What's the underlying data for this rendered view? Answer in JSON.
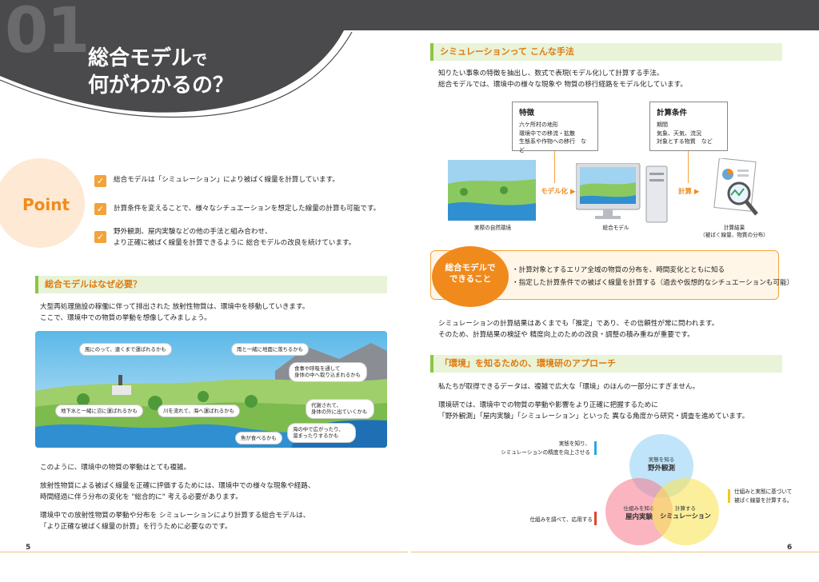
{
  "left": {
    "chapter_number": "01",
    "title_line1_a": "総合モデル",
    "title_line1_b": "で",
    "title_line2": "何がわかるの？",
    "point_label": "Point",
    "points": [
      "総合モデルは「シミュレーション」により被ばく線量を計算しています。",
      "計算条件を変えることで、様々なシチュエーションを想定した線量の計算も可能です。",
      "野外観測、屋内実験などの他の手法と組み合わせ、",
      "より正確に被ばく線量を計算できるように 総合モデルの改良を続けています。"
    ],
    "section1_heading": "総合モデルはなぜ必要？",
    "section1_intro": [
      "大型再処理施設の稼働に伴って排出された 放射性物質は、環境中を移動していきます。",
      "ここで、環境中での物質の挙動を想像してみましょう。"
    ],
    "bubbles": [
      "風にのって、遠くまで運ばれるかも",
      "雨と一緒に地面に落ちるかも",
      "食事や呼吸を通して",
      "身体の中へ取り込まれるかも",
      "地下水と一緒に沼に運ばれるかも",
      "川を流れて、海へ運ばれるかも",
      "代謝されて、",
      "身体の外に出ていくかも",
      "海の中で広がったり、",
      "溜まったりするかも",
      "魚が食べるかも"
    ],
    "section1_body": [
      "このように、環境中の物質の挙動はとても複雑。",
      "放射性物質による被ばく線量を正確に評価するためには、環境中での様々な現象や経路、",
      "時間経過に伴う分布の変化を \"総合的に\" 考える必要があります。",
      "環境中での放射性物質の挙動や分布を シミュレーションにより計算する総合モデルは、",
      "「より正確な被ばく線量の計算」を行うために必要なのです。"
    ],
    "page_number": "5"
  },
  "right": {
    "section2_heading": "シミュレーションって こんな手法",
    "section2_intro": [
      "知りたい事象の特徴を抽出し、数式で表現(モデル化)して計算する手法。",
      "総合モデルでは、環境中の様々な現象や 物質の移行経路をモデル化しています。"
    ],
    "feature_box": {
      "title": "特徴",
      "lines": [
        "六ケ所村の地形",
        "環境中での移流・拡散",
        "生態系や作物への移行　など"
      ]
    },
    "condition_box": {
      "title": "計算条件",
      "lines": [
        "期間",
        "気象、天気、流況",
        "対象とする物質　など"
      ]
    },
    "model_arrow": "モデル化",
    "calc_arrow": "計算",
    "caption_real": "実際の自然環境",
    "caption_model": "総合モデル",
    "caption_result1": "計算結果",
    "caption_result2": "（被ばく線量、物質の分布）",
    "ability_title1": "総合モデルで",
    "ability_title2": "できること",
    "ability_items": [
      "・計算対象とするエリア全域の物質の分布を、時間変化とともに知る",
      "・指定した計算条件での被ばく線量を計算する（過去や仮想的なシチュエーションも可能）"
    ],
    "section2_body": [
      "シミュレーションの計算結果はあくまでも「推定」であり、その信頼性が常に問われます。",
      "そのため、計算結果の検証や 精度向上のための改良・調整の積み重ねが重要です。"
    ],
    "section3_heading": "「環境」を知るための、環境研のアプローチ",
    "section3_body1": "私たちが取得できるデータは、複雑で広大な「環境」のほんの一部分にすぎません。",
    "section3_body2": [
      "環境研では、環境中での物質の挙動や影響をより正確に把握するために",
      "「野外観測」「屋内実験」「シミュレーション」といった 異なる角度から研究・調査を進めています。"
    ],
    "venn": {
      "field_sub": "実態を知る",
      "field": "野外観測",
      "lab_sub": "仕組みを知る",
      "lab": "屋内実験",
      "sim_sub": "計算する",
      "sim": "シミュレーション"
    },
    "venn_labels": {
      "field_note1": "実態を知り、",
      "field_note2": "シミュレーションの精度を向上させる",
      "lab_note": "仕組みを調べて、応用する",
      "sim_note1": "仕組みと実態に基づいて",
      "sim_note2": "被ばく線量を計算する。"
    },
    "page_number": "6"
  },
  "colors": {
    "accent_orange": "#f08a1c",
    "section_green": "#8cc63f",
    "dark_bar": "#4a4a4c"
  }
}
